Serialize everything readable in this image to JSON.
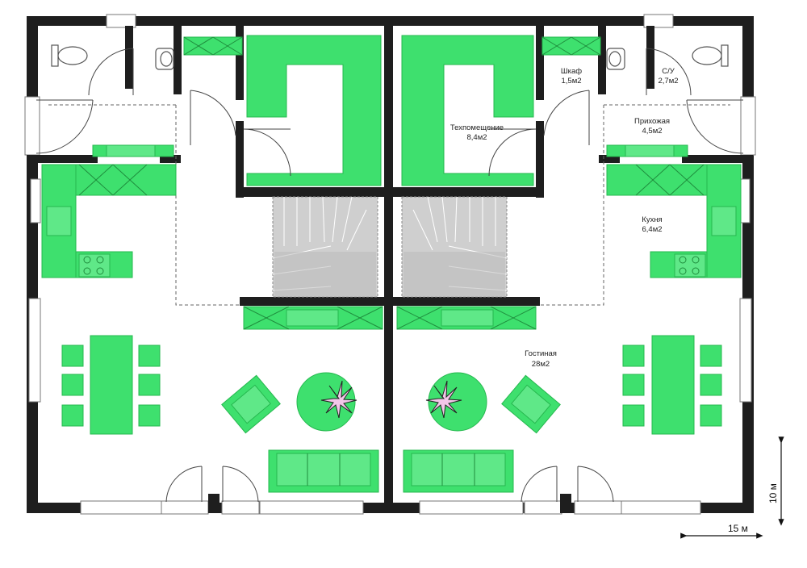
{
  "colors": {
    "wall": "#1e1e1e",
    "furniture": "#3ee06e",
    "furniture_stroke": "#26b84f",
    "stair": "#cfcfcf",
    "floor": "#ffffff",
    "line": "#444444"
  },
  "rooms": {
    "closet": {
      "name": "Шкаф",
      "area": "1,5м2"
    },
    "bathroom": {
      "name": "С/У",
      "area": "2,7м2"
    },
    "tech_room": {
      "name": "Техпомещение",
      "area": "8,4м2"
    },
    "hallway": {
      "name": "Прихожая",
      "area": "4,5м2"
    },
    "kitchen": {
      "name": "Кухня",
      "area": "6,4м2"
    },
    "living_room": {
      "name": "Гостиная",
      "area": "28м2"
    }
  },
  "dimensions": {
    "height": "10 м",
    "width": "15 м"
  },
  "icons": [
    "toilet-icon",
    "sink-icon",
    "stove-icon",
    "plant-icon",
    "door-swing-icon",
    "staircase-icon"
  ]
}
